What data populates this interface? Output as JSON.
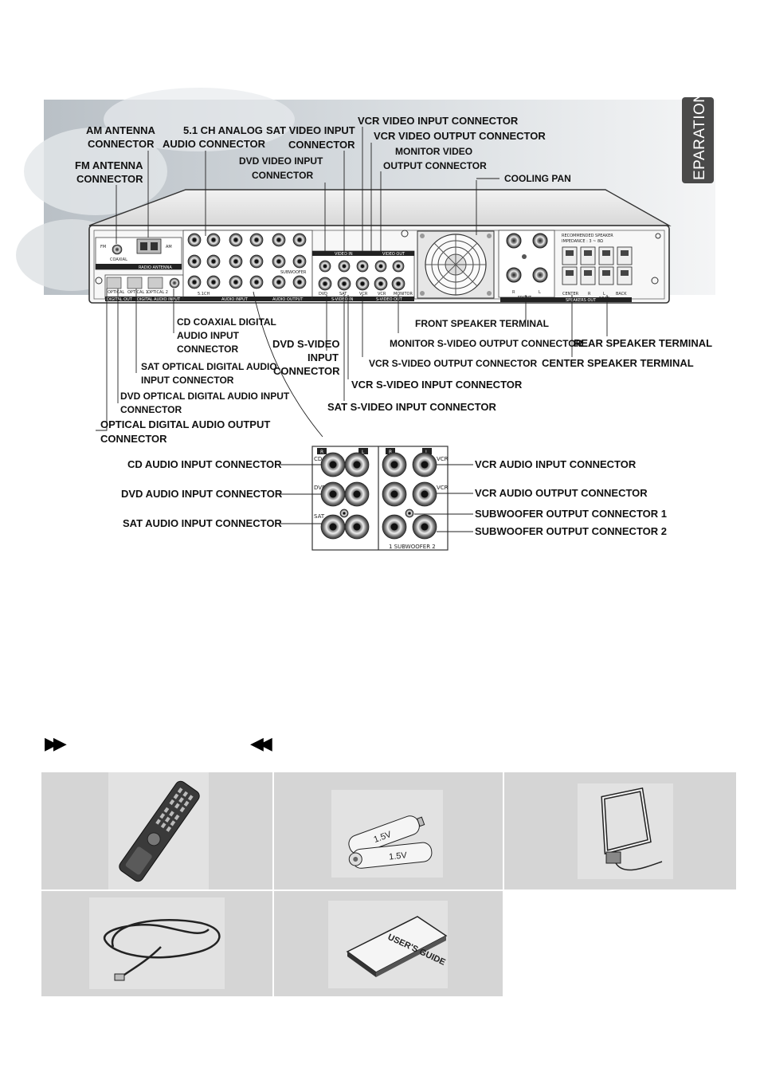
{
  "section_tab": "EPARATION",
  "labels": {
    "am_antenna": [
      "AM ANTENNA",
      "CONNECTOR"
    ],
    "analog_51": [
      "5.1 CH ANALOG",
      "AUDIO CONNECTOR"
    ],
    "sat_video_in": [
      "SAT VIDEO INPUT",
      "CONNECTOR"
    ],
    "vcr_video_in": "VCR VIDEO INPUT CONNECTOR",
    "vcr_video_out": "VCR VIDEO OUTPUT CONNECTOR",
    "monitor_video_out": [
      "MONITOR VIDEO",
      "OUTPUT CONNECTOR"
    ],
    "fm_antenna": [
      "FM ANTENNA",
      "CONNECTOR"
    ],
    "dvd_video_in": [
      "DVD VIDEO INPUT",
      "CONNECTOR"
    ],
    "cooling_pan": "COOLING PAN",
    "cd_coaxial": [
      "CD COAXIAL DIGITAL",
      "AUDIO INPUT",
      "CONNECTOR"
    ],
    "dvd_svideo": [
      "DVD S-VIDEO",
      "INPUT",
      "CONNECTOR"
    ],
    "front_speaker": "FRONT SPEAKER TERMINAL",
    "monitor_svideo_out": "MONITOR S-VIDEO OUTPUT CONNECTOR",
    "rear_speaker": "REAR SPEAKER TERMINAL",
    "sat_optical": [
      "SAT OPTICAL DIGITAL AUDIO",
      "INPUT CONNECTOR"
    ],
    "vcr_svideo_out": "VCR S-VIDEO OUTPUT CONNECTOR",
    "center_speaker": "CENTER SPEAKER TERMINAL",
    "vcr_svideo_in": "VCR S-VIDEO INPUT CONNECTOR",
    "dvd_optical": [
      "DVD OPTICAL DIGITAL AUDIO INPUT",
      "CONNECTOR"
    ],
    "sat_svideo_in": "SAT S-VIDEO INPUT CONNECTOR",
    "optical_out": [
      "OPTICAL DIGITAL AUDIO OUTPUT",
      "CONNECTOR"
    ],
    "cd_audio_in": "CD AUDIO INPUT CONNECTOR",
    "dvd_audio_in": "DVD AUDIO INPUT CONNECTOR",
    "sat_audio_in": "SAT AUDIO INPUT CONNECTOR",
    "vcr_audio_in": "VCR AUDIO INPUT CONNECTOR",
    "vcr_audio_out": "VCR AUDIO OUTPUT CONNECTOR",
    "sub_out_1": "SUBWOOFER OUTPUT CONNECTOR 1",
    "sub_out_2": "SUBWOOFER OUTPUT CONNECTOR 2"
  },
  "panel_text": {
    "radio_antenna": "RADIO ANTENNA",
    "fm": "FM",
    "coaxial": "COAXIAL",
    "am": "AM",
    "digital_out": "DIGITAL OUT",
    "optical": "OPTICAL",
    "optical1": "OPTICAL 1",
    "optical2": "OPTICAL 2",
    "digital_audio_input": "DIGITAL AUDIO INPUT",
    "audio_input": "AUDIO INPUT",
    "audio_output": "AUDIO OUTPUT",
    "ch51": "5.1CH",
    "subwoofer": "SUBWOOFER",
    "video_in": "VIDEO IN",
    "video_out": "VIDEO OUT",
    "svideo_in": "S-VIDEO IN",
    "svideo_out": "S-VIDEO OUT",
    "dvd": "DVD",
    "sat": "SAT",
    "vcr": "VCR",
    "monitor": "MONITOR",
    "recommended": "RECOMMENDED SPEAKER",
    "impedance": "IMPEDANCE : 3 ~ 8Ω",
    "front": "FRONT",
    "speakers_out": "SPEAKERS OUT",
    "center": "CENTER",
    "rear": "REAR",
    "back": "BACK",
    "r": "R",
    "l": "L"
  },
  "detail_text": {
    "r": "R",
    "l": "L",
    "cd": "CD",
    "dvd": "DVD",
    "sat": "SAT",
    "vcr": "VCR",
    "subwoofer": "1   SUBWOOFER   2"
  },
  "accessories": {
    "battery_label_1": "1.5V",
    "battery_label_2": "1.5V",
    "manual_cover": "USER'S GUIDE"
  },
  "nav": {
    "left": "▶▶",
    "right": "◀◀"
  }
}
